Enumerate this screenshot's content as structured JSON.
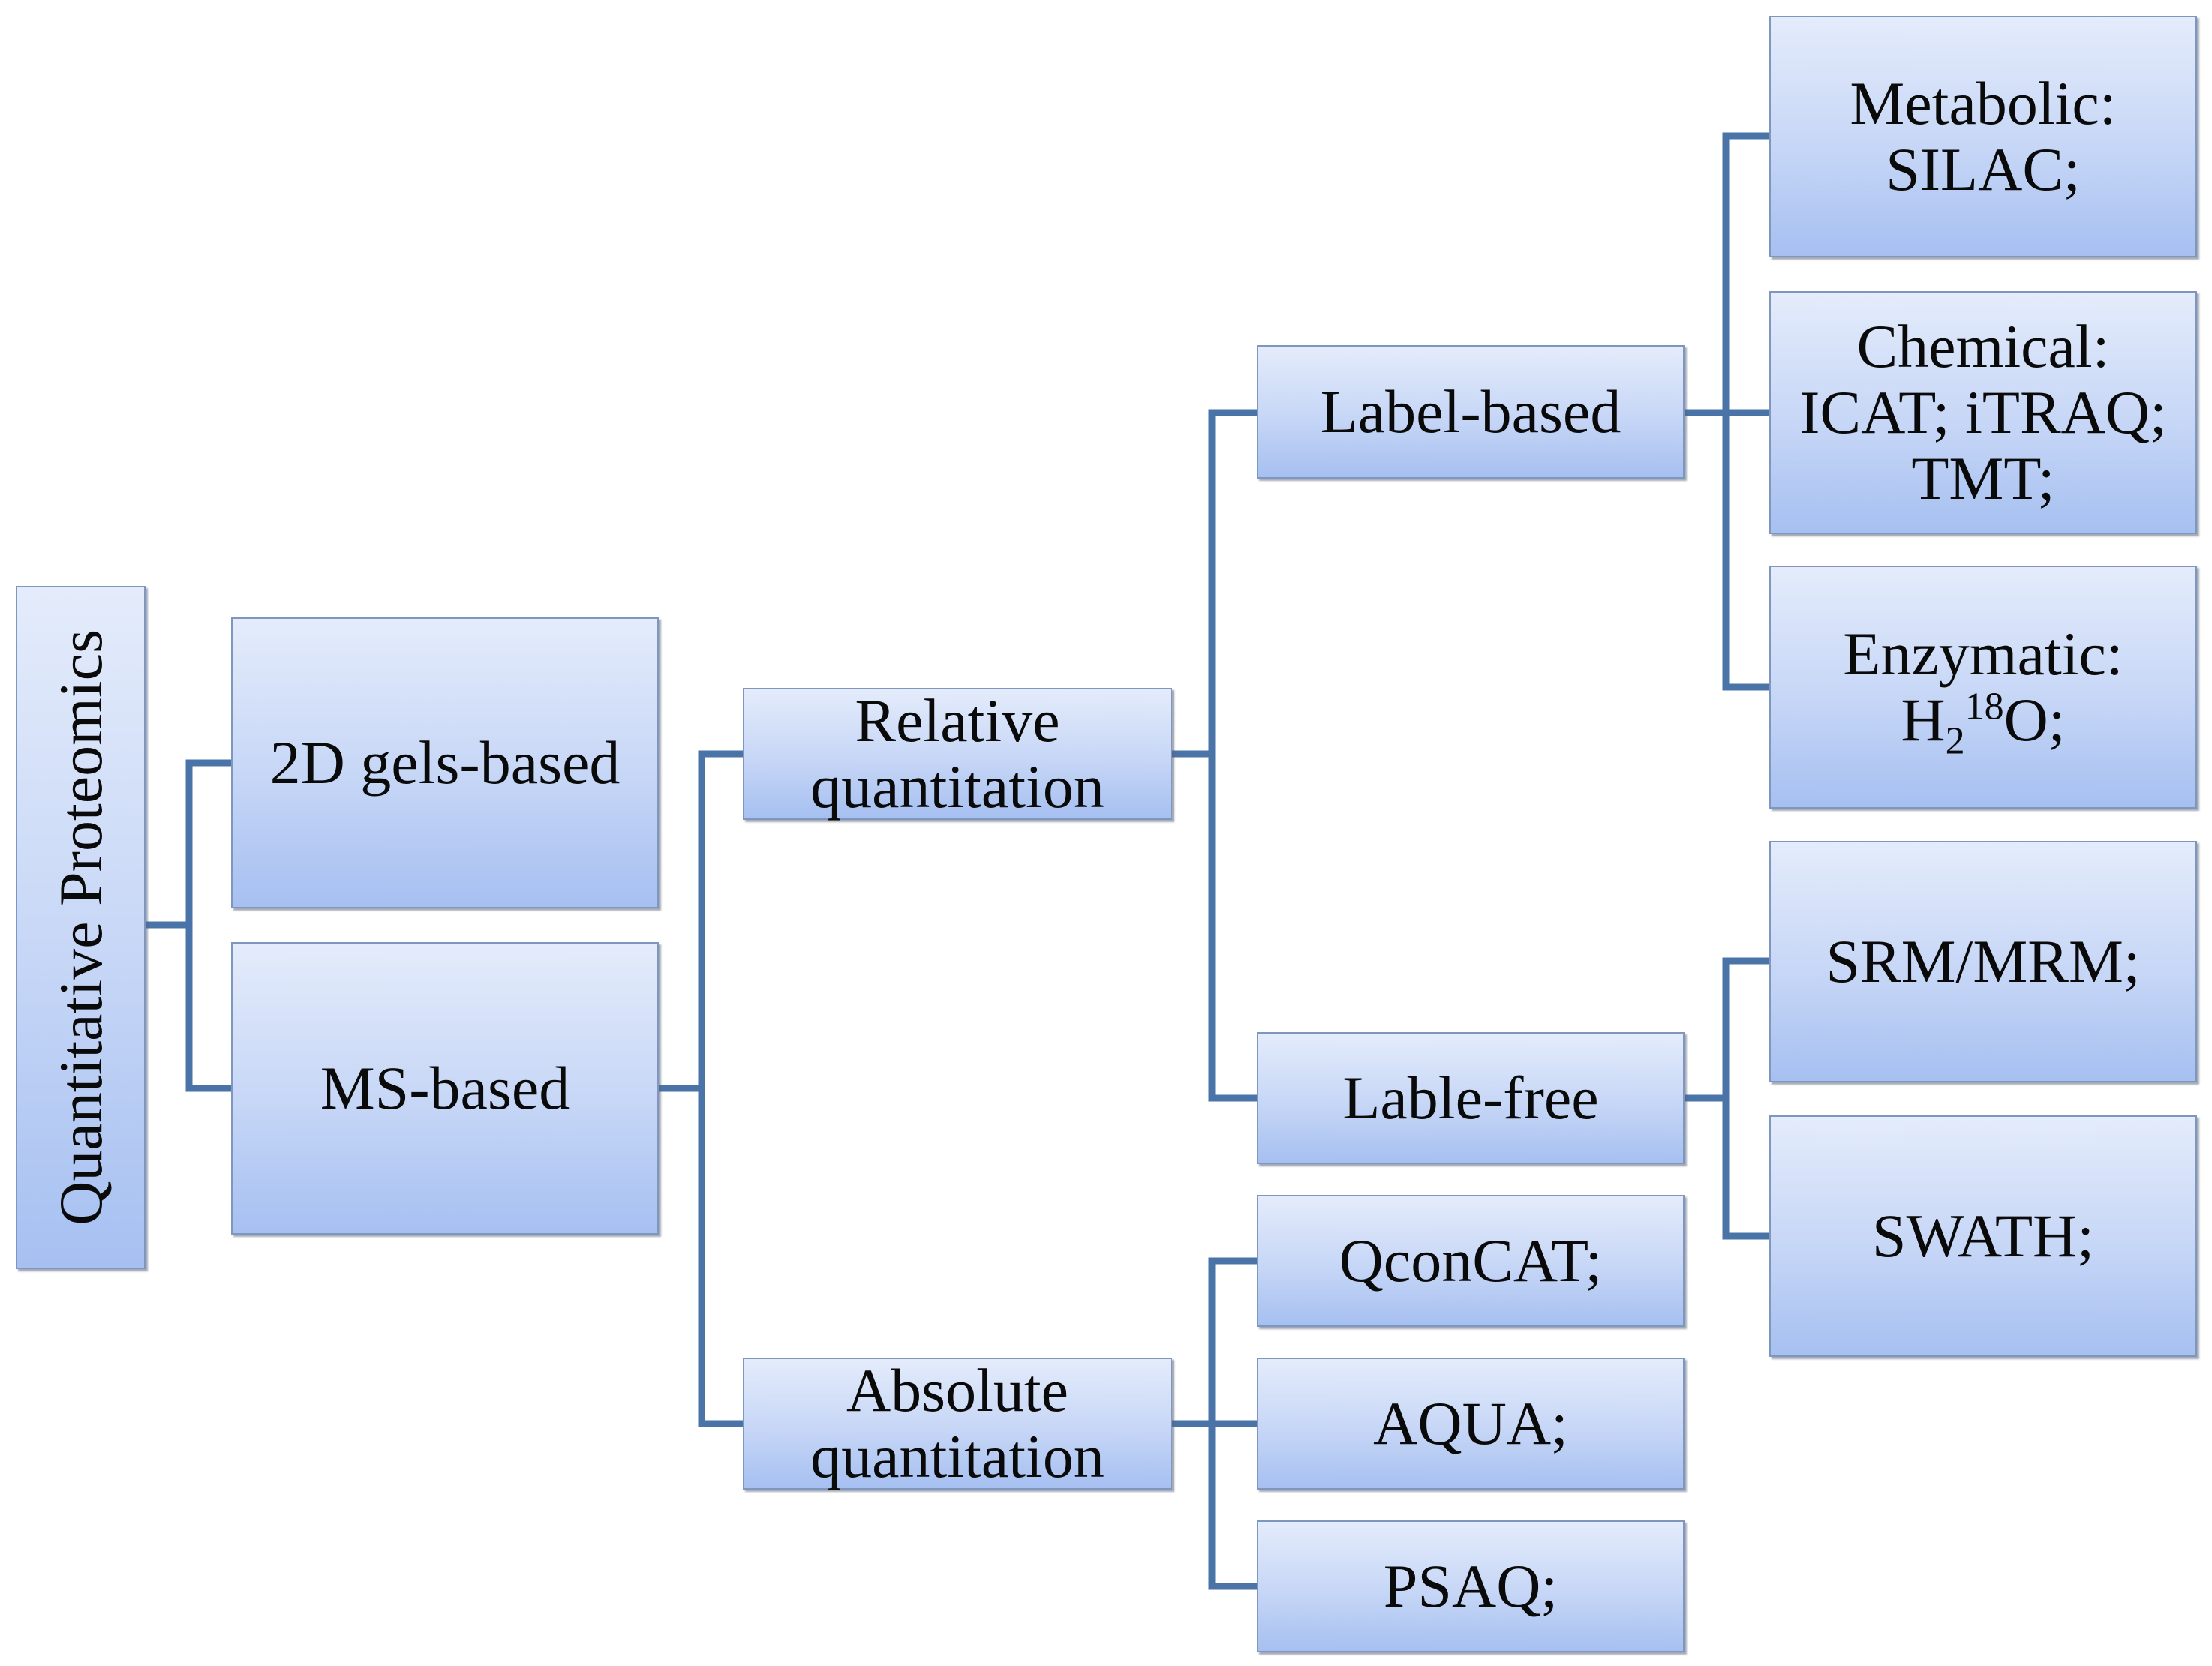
{
  "nodes": {
    "root": "Quantitative Proteomics",
    "gels": "2D gels-based",
    "ms": "MS-based",
    "relative": [
      "Relative",
      "quantitation"
    ],
    "absolute": [
      "Absolute",
      "quantitation"
    ],
    "label_based": "Label-based",
    "label_free": "Lable-free",
    "qconcat": "QconCAT;",
    "aqua": "AQUA;",
    "psaq": "PSAQ;",
    "metabolic": [
      "Metabolic:",
      "SILAC;"
    ],
    "chemical": [
      "Chemical:",
      "ICAT; iTRAQ;",
      "TMT;"
    ],
    "enzymatic": {
      "title": "Enzymatic:",
      "formula_h": "H",
      "formula_sub": "2",
      "formula_sup": "18",
      "formula_rest": "O;"
    },
    "srm": "SRM/MRM;",
    "swath": "SWATH;"
  },
  "colors": {
    "connector": "#4a73a8",
    "box_top": "#e4ecfb",
    "box_bottom": "#a6c0f1",
    "border": "#7f97bf"
  }
}
